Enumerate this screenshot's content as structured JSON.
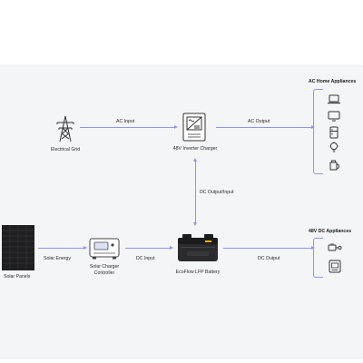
{
  "nodes": {
    "grid": "Electrical Grid",
    "inverter": "48V Inverter Charger",
    "solar": "Solar Panels",
    "controller_line1": "Solar Charger",
    "controller_line2": "Controller",
    "battery": "EcoFlow LFP Battery"
  },
  "edges": {
    "ac_input": "AC Input",
    "ac_output": "AC Output",
    "dc_output_input": "DC Output/Input",
    "solar_energy": "Solar Energy",
    "dc_input": "DC Input",
    "dc_output": "DC Output"
  },
  "groups": {
    "ac_title": "AC Home Appliances",
    "dc_title": "48V DC Appliances",
    "ac_icons": [
      "laptop-icon",
      "tv-icon",
      "refrigerator-icon",
      "lightbulb-icon",
      "kettle-icon"
    ],
    "dc_icons": [
      "charging-device-icon",
      "dc-fridge-icon"
    ]
  },
  "colors": {
    "arrow": "#8c96ea",
    "panel_bg": "#f4f5f7",
    "battery_accent": "#e8b100"
  }
}
